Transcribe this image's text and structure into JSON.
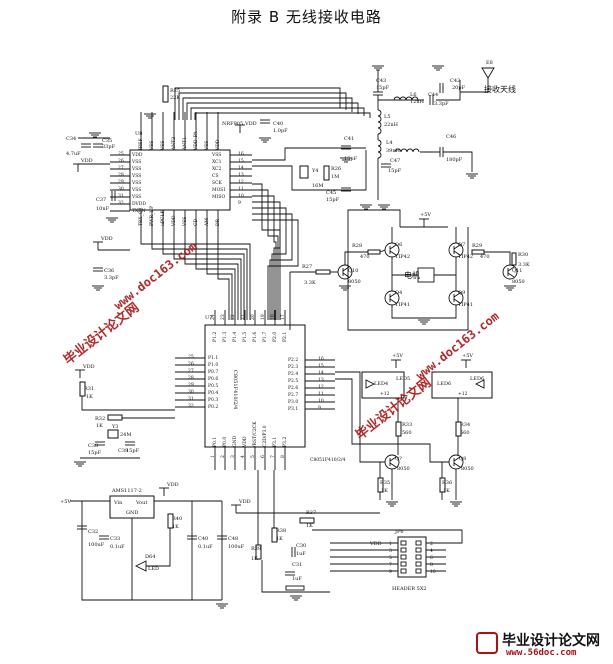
{
  "title": "附录 B  无线接收电路",
  "antenna": {
    "ref": "E8",
    "label": "接收天线"
  },
  "chips": {
    "nrf": {
      "ref": "U8",
      "part": "NRF905",
      "pins_left": [
        "VDD",
        "VSS",
        "VSS",
        "VSS",
        "VSS",
        "VSS",
        "VSS",
        "DVDD",
        "TXEN"
      ],
      "pins_left_nums": [
        "25",
        "26",
        "27",
        "28",
        "29",
        "30",
        "31",
        "32"
      ],
      "pins_top": [
        "IREF",
        "VSS",
        "VSS",
        "ANT2",
        "ANT1",
        "VDD_PA",
        "VSS",
        "VDD"
      ],
      "pins_bottom": [
        "TRX_CE",
        "PWR_UP",
        "uPCLK",
        "VDD",
        "VSS",
        "CD",
        "AM",
        "DR"
      ],
      "pins_right": [
        "VSS",
        "XC1",
        "XC2",
        "CS",
        "SCK",
        "MOSI",
        "MISO"
      ],
      "pins_right_nums": [
        "16",
        "15",
        "14",
        "13",
        "12",
        "11",
        "10",
        "9"
      ]
    },
    "mcu": {
      "ref": "U?",
      "part": "C8051F410/2/4",
      "pins_left": [
        "P1.1",
        "P1.0",
        "P0.7",
        "P0.6",
        "P0.5",
        "P0.4",
        "P0.3",
        "P0.2"
      ],
      "pins_left_nums": [
        "25",
        "26",
        "27",
        "28",
        "29",
        "30",
        "31",
        "32"
      ],
      "pins_top": [
        "P1.2",
        "P1.3",
        "P1.4",
        "P1.5",
        "P1.6",
        "P1.7",
        "P2.0",
        "P2.1"
      ],
      "pins_top_nums": [
        "24",
        "23",
        "22",
        "21",
        "20",
        "19",
        "18",
        "17"
      ],
      "pins_right": [
        "P2.2",
        "P2.3",
        "P2.4",
        "P2.5",
        "P2.6",
        "P2.7",
        "P3.0",
        "P3.1"
      ],
      "pins_right_nums": [
        "16",
        "15",
        "14",
        "13",
        "12",
        "11",
        "10",
        "9"
      ],
      "pins_bottom": [
        "P0.1",
        "P0.0",
        "GND",
        "VDD",
        "/RST/C2CK",
        "C2D/P3.0",
        "P3.1",
        "P3.2"
      ],
      "pins_bottom_nums": [
        "1",
        "2",
        "3",
        "4",
        "5",
        "6",
        "7",
        "8"
      ]
    },
    "reg": {
      "ref": "AMS1117-2",
      "vin": "Vin",
      "vout": "Vout",
      "gnd": "GND"
    },
    "header": {
      "ref": "JP6",
      "part": "HEADER 5X2",
      "pins_left": [
        "1",
        "3",
        "5",
        "7",
        "9"
      ],
      "pins_right": [
        "2",
        "4",
        "6",
        "8",
        "10"
      ]
    }
  },
  "rf_parts": [
    {
      "ref": "C43",
      "value": "15pF"
    },
    {
      "ref": "C42",
      "value": "20pF"
    },
    {
      "ref": "L6",
      "value": "12nH"
    },
    {
      "ref": "C44",
      "value": "3.3pF"
    },
    {
      "ref": "L5",
      "value": "22nH"
    },
    {
      "ref": "L4",
      "value": "39nH"
    },
    {
      "ref": "C47",
      "value": "15pF"
    },
    {
      "ref": "C46",
      "value": "180pF"
    },
    {
      "ref": "C40",
      "value": "1.0pF"
    },
    {
      "ref": "C41",
      "value": "15pF"
    },
    {
      "ref": "C45",
      "value": "15pF"
    },
    {
      "ref": "Y4",
      "value": "16M"
    },
    {
      "ref": "R26",
      "value": "1M"
    },
    {
      "ref": "R25",
      "value": "22K"
    }
  ],
  "misc_parts": [
    {
      "ref": "C34",
      "value": "4.7uF"
    },
    {
      "ref": "C35",
      "value": "33pF"
    },
    {
      "ref": "C37",
      "value": "10nF"
    },
    {
      "ref": "C36",
      "value": "3.3pF"
    },
    {
      "ref": "R31",
      "value": "1K"
    },
    {
      "ref": "R32",
      "value": "1K"
    },
    {
      "ref": "Y3",
      "value": "24M"
    },
    {
      "ref": "C38",
      "value": "15pF"
    },
    {
      "ref": "C39",
      "value": "15pF"
    },
    {
      "ref": "C32",
      "value": "100uF"
    },
    {
      "ref": "C33",
      "value": "0.1uF"
    },
    {
      "ref": "R40",
      "value": "1K"
    },
    {
      "ref": "C40",
      "value": "0.1uF"
    },
    {
      "ref": "C48",
      "value": "100uF"
    },
    {
      "ref": "D64",
      "value": "LED"
    },
    {
      "ref": "R38",
      "value": "1K"
    },
    {
      "ref": "R39",
      "value": "1K"
    },
    {
      "ref": "C30",
      "value": "1uF"
    },
    {
      "ref": "C31",
      "value": "1uF"
    },
    {
      "ref": "R37",
      "value": "1K"
    }
  ],
  "motor_parts": [
    {
      "ref": "Q6",
      "value": "TIP42"
    },
    {
      "ref": "Q4",
      "value": "TIP41"
    },
    {
      "ref": "Q7",
      "value": "TIP42"
    },
    {
      "ref": "Q9",
      "value": "TIP41"
    },
    {
      "ref": "Q10",
      "value": "8050"
    },
    {
      "ref": "Q11",
      "value": "8050"
    },
    {
      "ref": "R28",
      "value": "470"
    },
    {
      "ref": "R29",
      "value": "470"
    },
    {
      "ref": "R27",
      "value": "3.3K"
    },
    {
      "ref": "R30",
      "value": "3.3K"
    },
    {
      "ref": "M",
      "value": "电机"
    }
  ],
  "led_parts": [
    {
      "ref": "LED4",
      "value": "LED5"
    },
    {
      "ref": "LED6",
      "value": "LED6"
    },
    {
      "ref": "Q?",
      "value": "8050"
    },
    {
      "ref": "Q8",
      "value": "8050"
    },
    {
      "ref": "R33",
      "value": "560"
    },
    {
      "ref": "R34",
      "value": "560"
    },
    {
      "ref": "R35",
      "value": "1K"
    },
    {
      "ref": "R36",
      "value": "1K"
    }
  ],
  "supplies": {
    "vdd": "VDD",
    "plus5": "+5V",
    "rail_12": "+12"
  },
  "watermarks": {
    "cn": "毕业设计论文网",
    "url": "www.doc163.com"
  },
  "logo": {
    "cn": "毕业设计论文网",
    "url": "www.56doc.com"
  },
  "colors": {
    "ink": "#111111",
    "watermark": "#b01010"
  }
}
